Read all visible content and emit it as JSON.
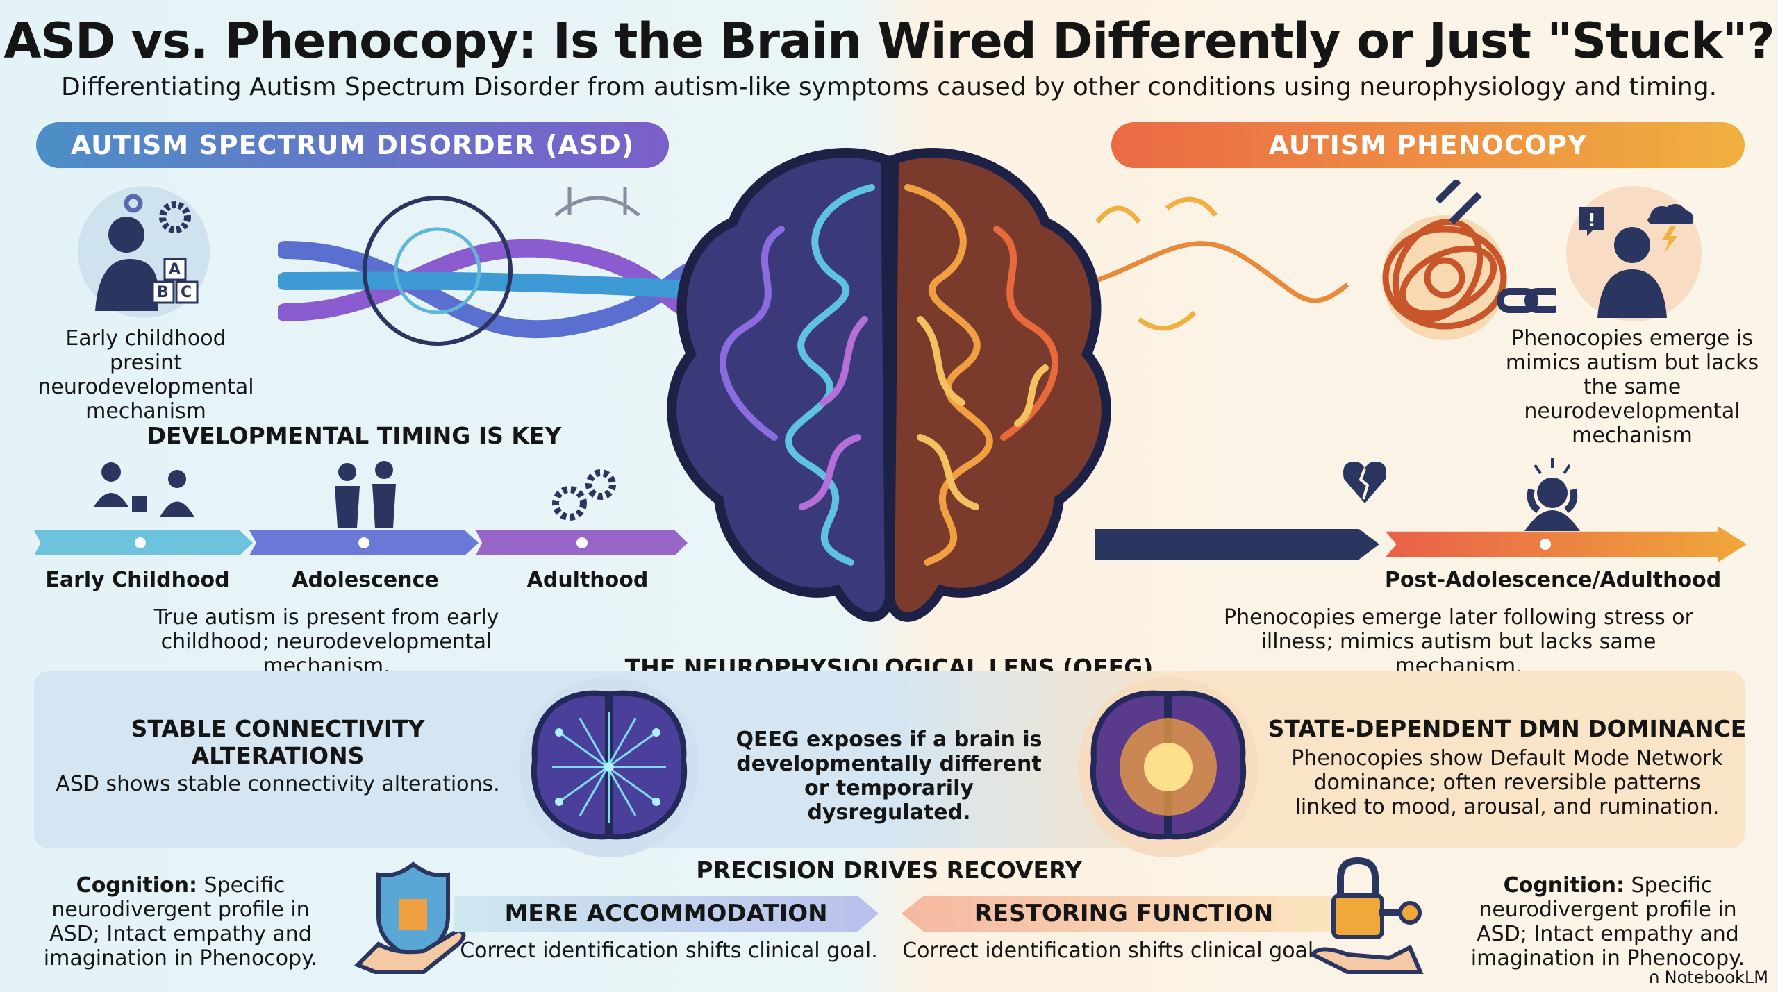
{
  "title": "ASD vs. Phenocopy: Is the Brain Wired Differently or Just \"Stuck\"?",
  "subtitle": "Differentiating Autism Spectrum Disorder from autism-like symptoms caused by other conditions using neurophysiology and timing.",
  "asd": {
    "header": "AUTISM SPECTRUM DISORDER (ASD)",
    "intro": "Early childhood presint neurodevelopmental mechanism",
    "timing_heading": "DEVELOPMENTAL TIMING IS KEY",
    "stages": [
      "Early Childhood",
      "Adolescence",
      "Adulthood"
    ],
    "timing_text": "True autism is present from early childhood; neurodevelopmental mechanism.",
    "qeeg_heading": "STABLE CONNECTIVITY ALTERATIONS",
    "qeeg_text": "ASD shows stable connectivity alterations.",
    "cognition_label": "Cognition:",
    "cognition_text": " Specific neurodivergent profile in ASD; Intact empathy and imagination in Phenocopy.",
    "goal": "MERE ACCOMMODATION",
    "goal_text": "Correct identification shifts clinical goal.",
    "abc": [
      "A",
      "B",
      "C"
    ]
  },
  "phenocopy": {
    "header": "AUTISM PHENOCOPY",
    "intro": "Phenocopies emerge is mimics autism but lacks the same neurodevelopmental mechanism",
    "stage": "Post-Adolescence/Adulthood",
    "timing_text": "Phenocopies emerge later following stress or illness; mimics autism but lacks same mechanism.",
    "qeeg_heading": "STATE-DEPENDENT DMN DOMINANCE",
    "qeeg_text": "Phenocopies show Default Mode Network dominance; often reversible patterns linked to mood, arousal, and rumination.",
    "cognition_label": "Cognition:",
    "cognition_text": " Specific neurodivergent profile in ASD; Intact empathy and imagination in Phenocopy.",
    "goal": "RESTORING FUNCTION",
    "goal_text": "Correct identification shifts clinical goal."
  },
  "center": {
    "qeeg_title": "THE NEUROPHYSIOLOGICAL LENS (QEEG)",
    "qeeg_text": "QEEG exposes if a brain is developmentally different or temporarily dysregulated.",
    "recovery_title": "PRECISION DRIVES RECOVERY"
  },
  "watermark": "NotebookLM",
  "colors": {
    "asd": "#6b63c9",
    "phenocopy": "#ee7a45",
    "navy": "#2a3560"
  }
}
